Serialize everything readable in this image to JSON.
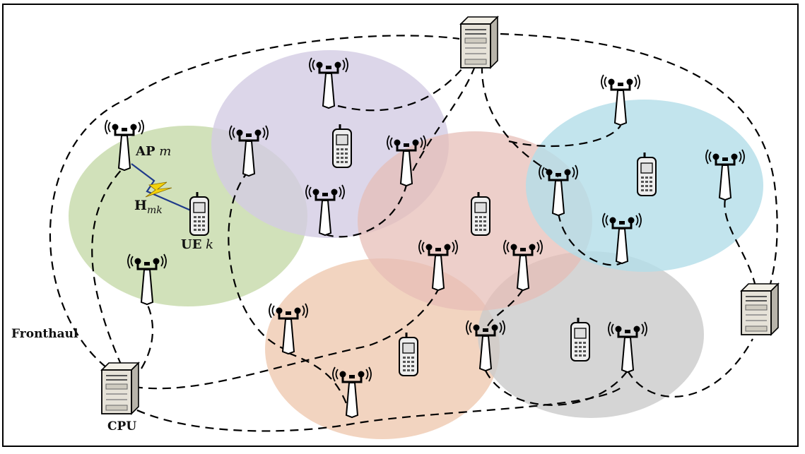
{
  "labels": {
    "ap": "AP",
    "ap_index": "m",
    "channel": "H",
    "channel_sub": "mk",
    "ue": "UE",
    "ue_index": "k",
    "fronthaul": "Fronthaul",
    "cpu": "CPU"
  },
  "colors": {
    "green_cluster": "#c9dcae",
    "purple_cluster": "#d3cce3",
    "pink_cluster": "#e6bdb5",
    "blue_cluster": "#b3dde8",
    "orange_cluster": "#efc9b0",
    "gray_cluster": "#cbcbcb",
    "fronthaul_line": "#000000",
    "wireless_link": "#1f3a8a",
    "lightning": "#f4d20b"
  },
  "icons": {
    "access_point": "antenna-tower-icon",
    "user_equipment": "mobile-phone-icon",
    "server": "server-icon"
  }
}
